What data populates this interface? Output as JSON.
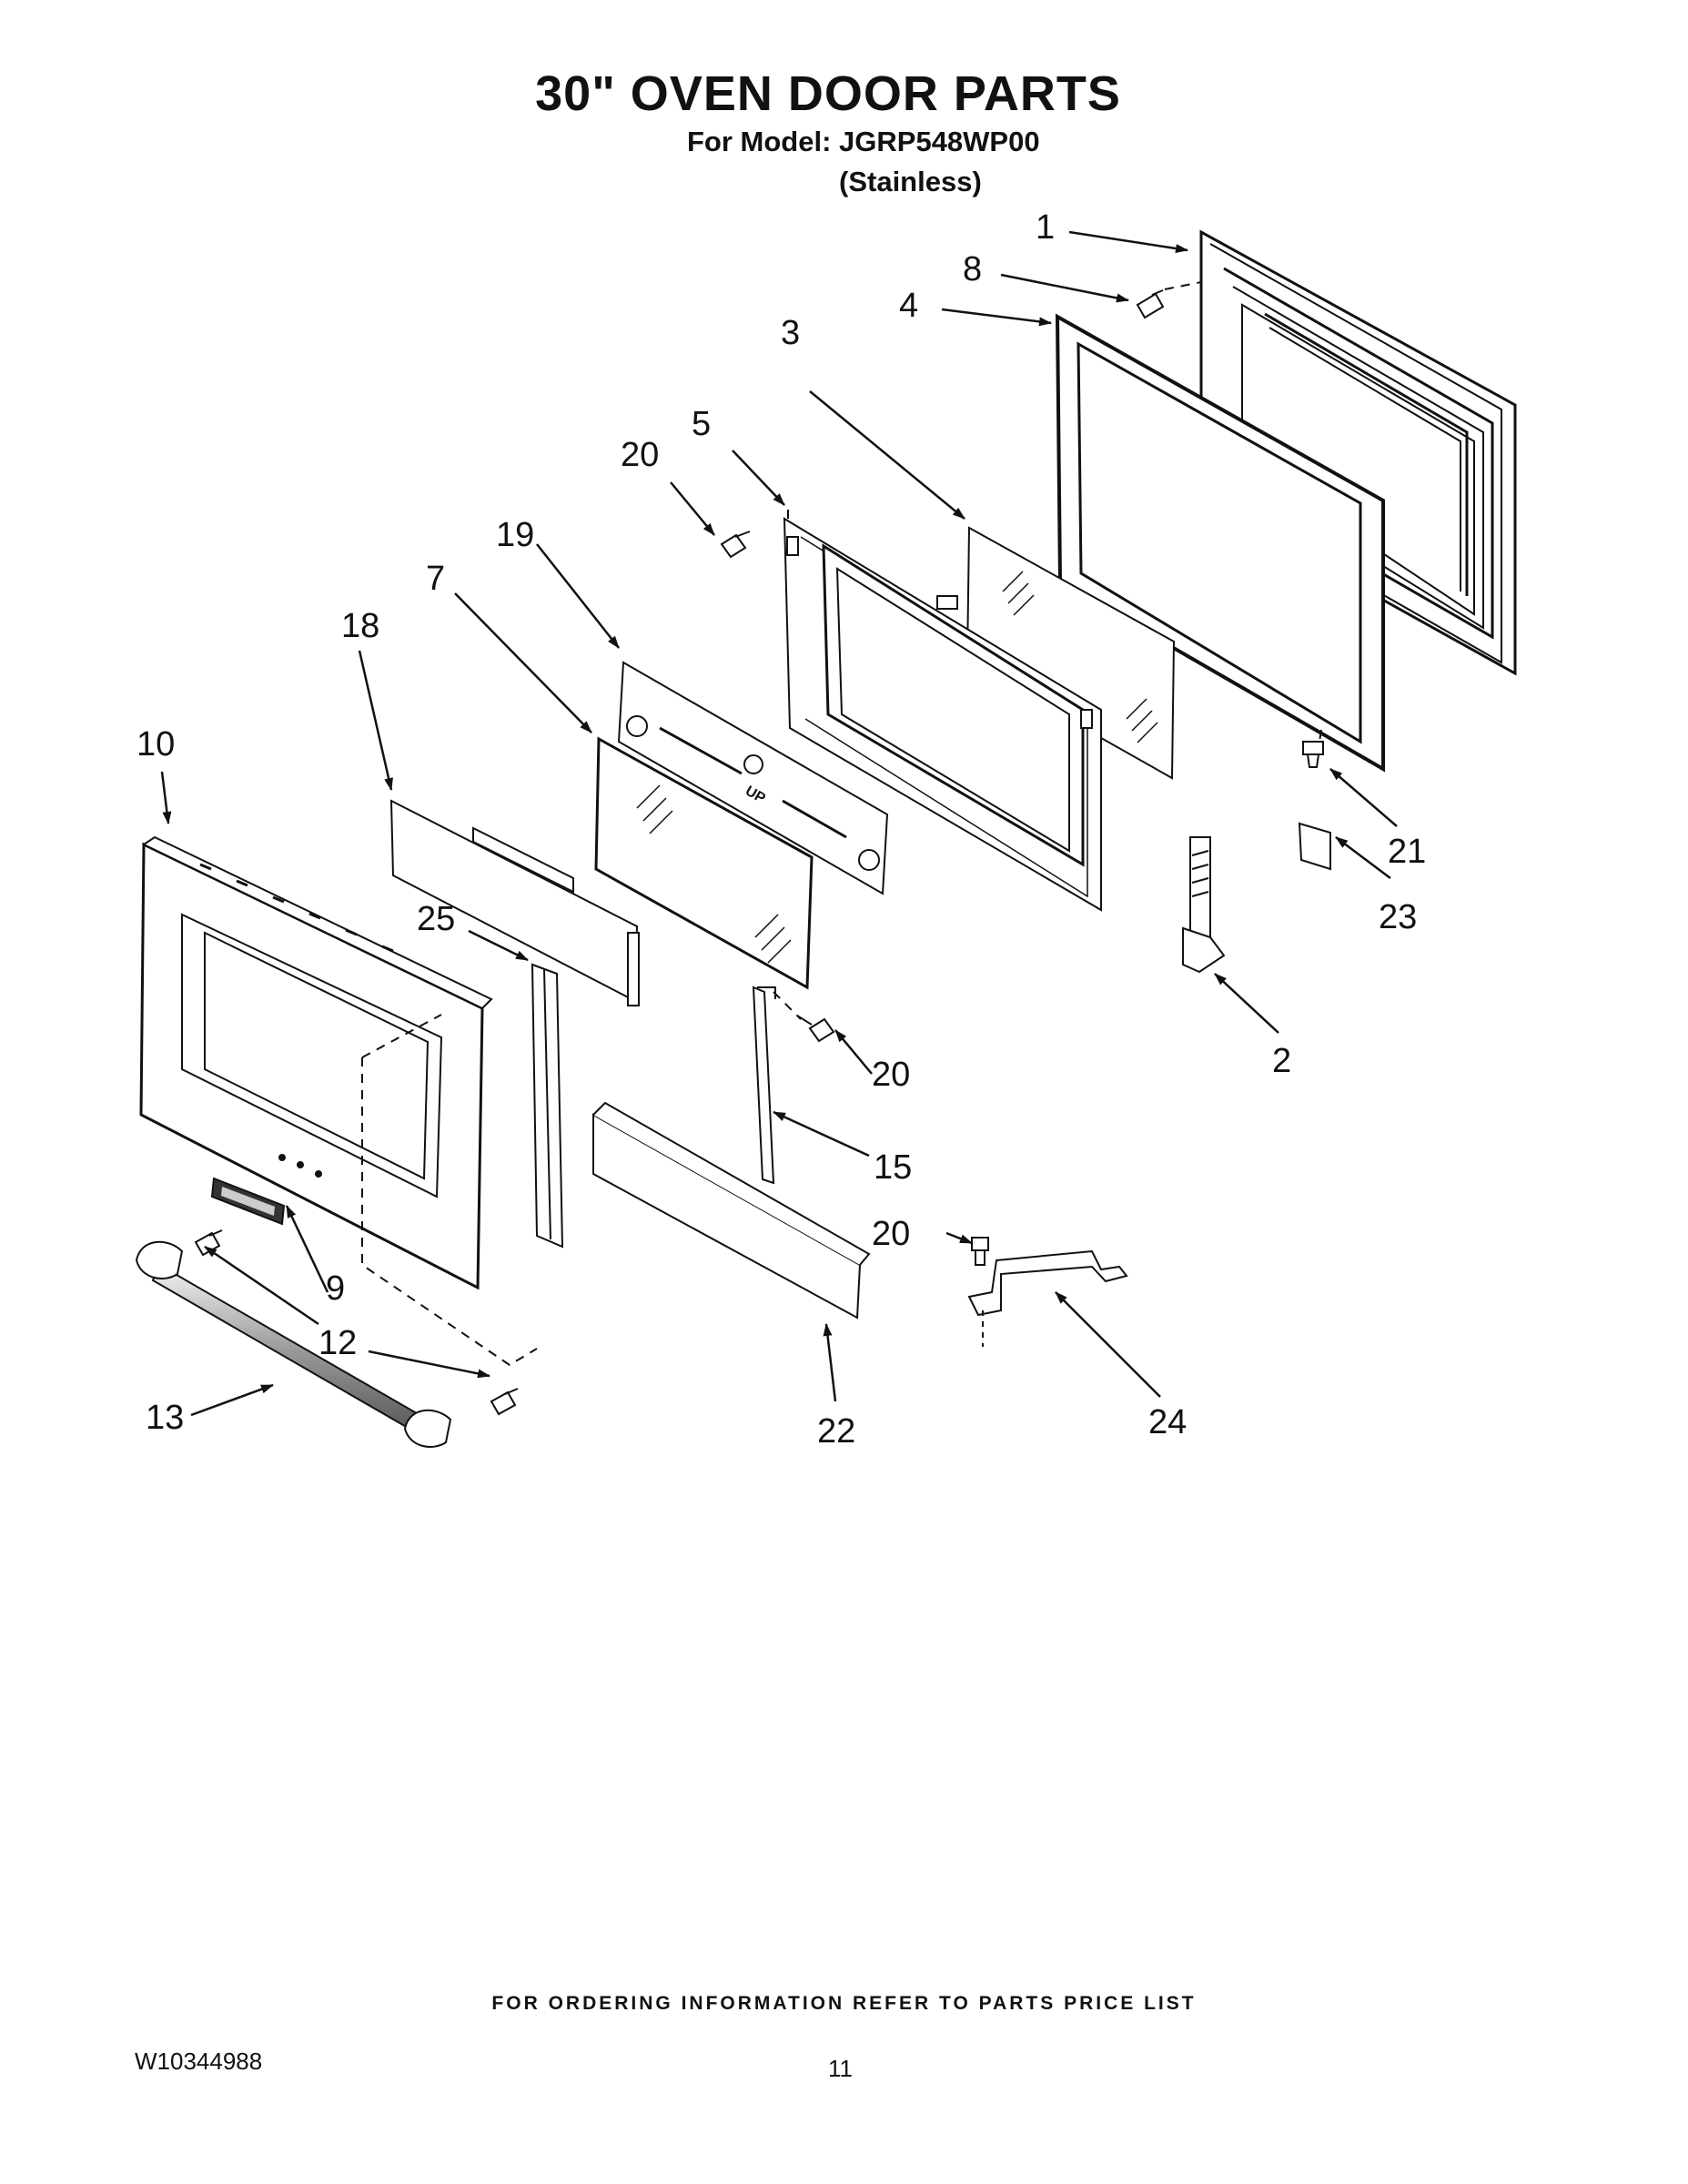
{
  "header": {
    "title": "30\" OVEN DOOR PARTS",
    "model_line": "For Model: JGRP548WP00",
    "variant": "(Stainless)"
  },
  "diagram": {
    "stamp_text": "UP",
    "callouts": [
      "1",
      "8",
      "4",
      "3",
      "5",
      "20",
      "19",
      "7",
      "18",
      "10",
      "21",
      "23",
      "25",
      "2",
      "20",
      "15",
      "20",
      "9",
      "12",
      "13",
      "22",
      "24"
    ]
  },
  "footer": {
    "ordering_note": "FOR ORDERING INFORMATION REFER TO PARTS PRICE LIST",
    "document_number": "W10344988",
    "page_number": "11"
  }
}
